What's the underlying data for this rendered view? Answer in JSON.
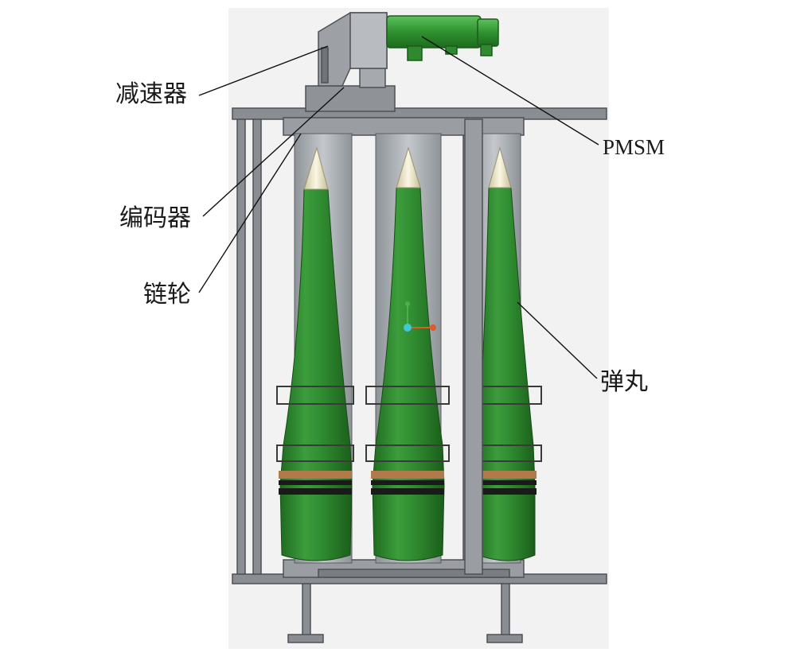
{
  "labels": {
    "reducer": "减速器",
    "motor": "PMSM",
    "encoder": "编码器",
    "sprocket": "链轮",
    "projectile": "弹丸"
  },
  "colors": {
    "projectile_green": "#2f8a2f",
    "motor_green": "#3aa03a",
    "tip_cream": "#ece6c8",
    "frame_gray": "#8a8d92",
    "drum_gray": "#a9adb2",
    "copper_band": "#b07a4a"
  }
}
